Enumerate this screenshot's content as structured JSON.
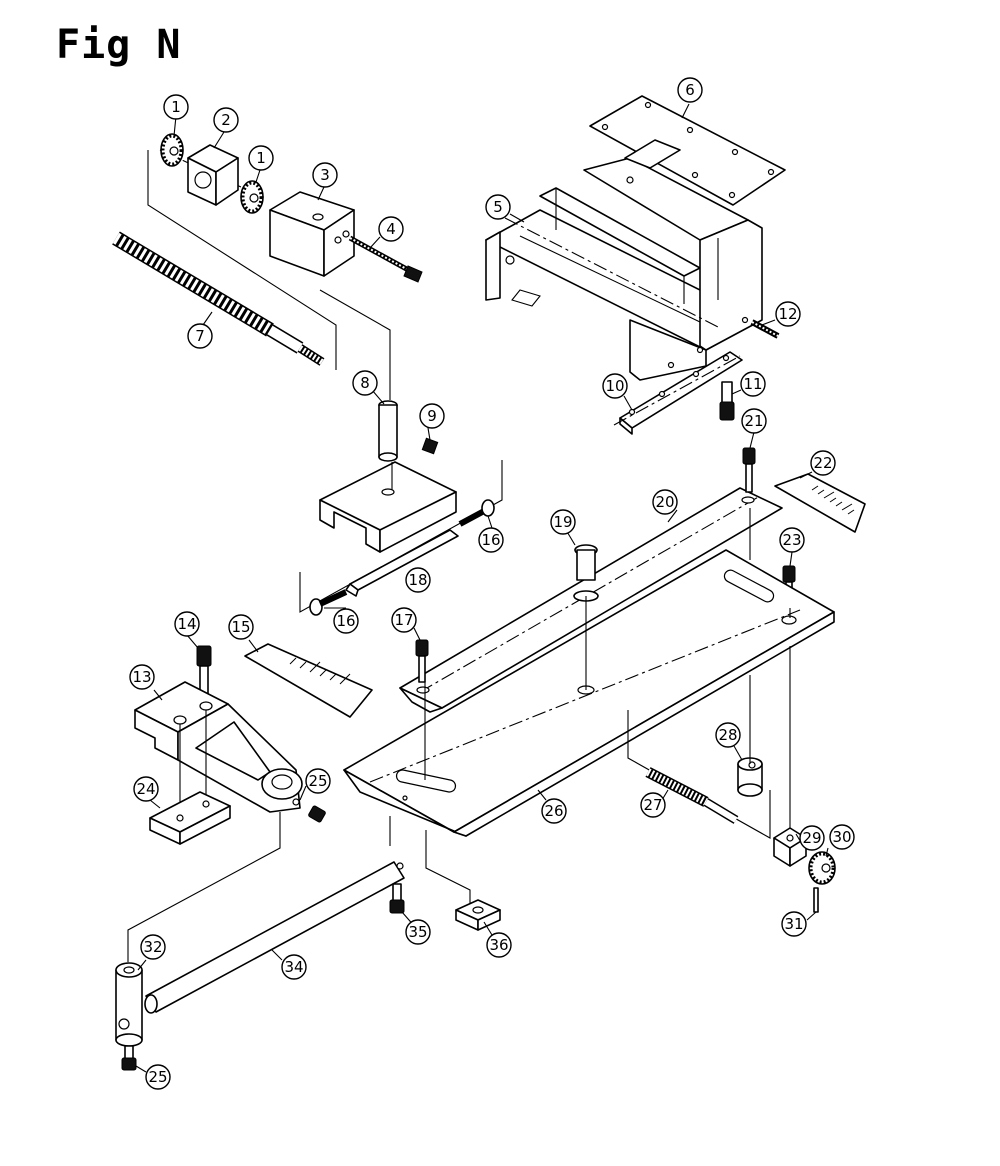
{
  "figure": {
    "title": "Fig N"
  },
  "callouts": [
    "1",
    "2",
    "1",
    "3",
    "4",
    "5",
    "6",
    "7",
    "8",
    "9",
    "10",
    "11",
    "12",
    "21",
    "22",
    "20",
    "19",
    "16",
    "18",
    "16",
    "23",
    "17",
    "14",
    "15",
    "13",
    "25",
    "24",
    "28",
    "26",
    "27",
    "29",
    "30",
    "31",
    "35",
    "36",
    "32",
    "34",
    "25"
  ]
}
